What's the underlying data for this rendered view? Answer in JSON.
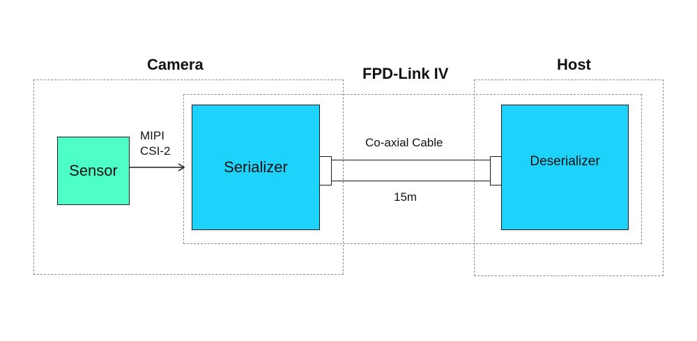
{
  "groups": {
    "camera": {
      "label": "Camera"
    },
    "fpd_link": {
      "label": "FPD-Link IV"
    },
    "host": {
      "label": "Host"
    }
  },
  "blocks": {
    "sensor": {
      "label": "Sensor",
      "color": "#4dffc7"
    },
    "serializer": {
      "label": "Serializer",
      "color": "#1ed3fb"
    },
    "deserializer": {
      "label": "Deserializer",
      "color": "#1ed3fb"
    }
  },
  "connections": {
    "mipi": {
      "line1": "MIPI",
      "line2": "CSI-2"
    },
    "cable": {
      "label": "Co-axial Cable",
      "length": "15m"
    }
  }
}
